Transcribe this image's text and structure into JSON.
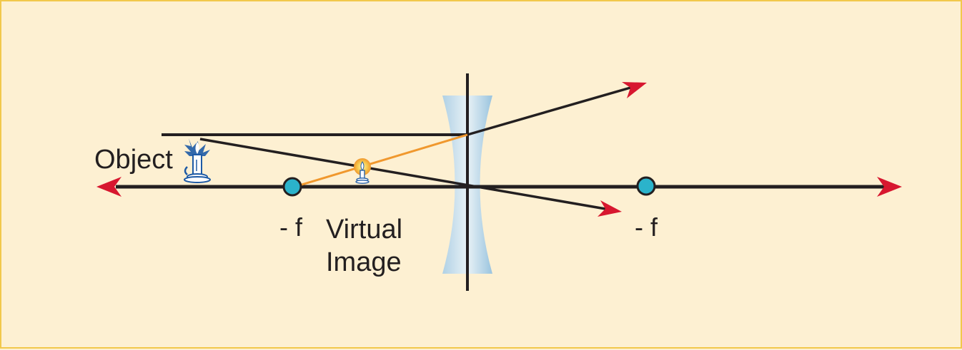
{
  "labels": {
    "object": "Object",
    "focal_left": "- f",
    "focal_right": "- f",
    "virtual_line1": "Virtual",
    "virtual_line2": "Image"
  },
  "colors": {
    "background": "#fdf0d2",
    "border": "#f2c84b",
    "axis": "#231f20",
    "arrowhead": "#d7172f",
    "focal_point": "#2bb3cb",
    "virtual_ray": "#f0982e",
    "lens": "#bcd9ec"
  },
  "icons": {
    "object": "candle-icon",
    "image": "candle-icon"
  }
}
